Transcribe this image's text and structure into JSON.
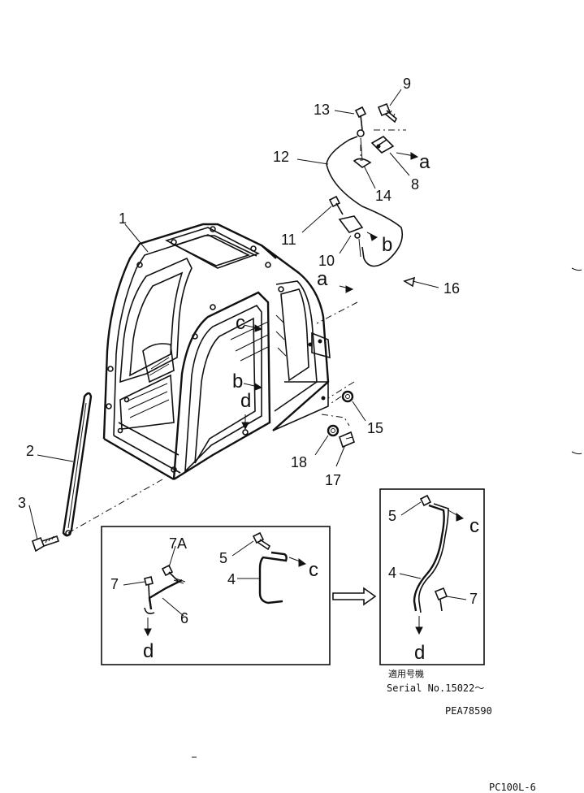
{
  "labels": {
    "n1": "1",
    "n2": "2",
    "n3": "3",
    "n4a": "4",
    "n4b": "4",
    "n5a": "5",
    "n5b": "5",
    "n6": "6",
    "n7a": "7",
    "n7b": "7",
    "n7A": "7A",
    "n8": "8",
    "n9": "9",
    "n10": "10",
    "n11": "11",
    "n12": "12",
    "n13": "13",
    "n14": "14",
    "n15": "15",
    "n16": "16",
    "n17": "17",
    "n18": "18"
  },
  "letters": {
    "a1": "a",
    "a2": "a",
    "b1": "b",
    "b2": "b",
    "c1": "c",
    "c2": "c",
    "c3": "c",
    "d1": "d",
    "d2": "d",
    "d3": "d"
  },
  "notes": {
    "serial_jp": "適用号機",
    "serial": "Serial No.15022～",
    "figure_code": "PEA78590",
    "page_code": "PC100L-6"
  }
}
